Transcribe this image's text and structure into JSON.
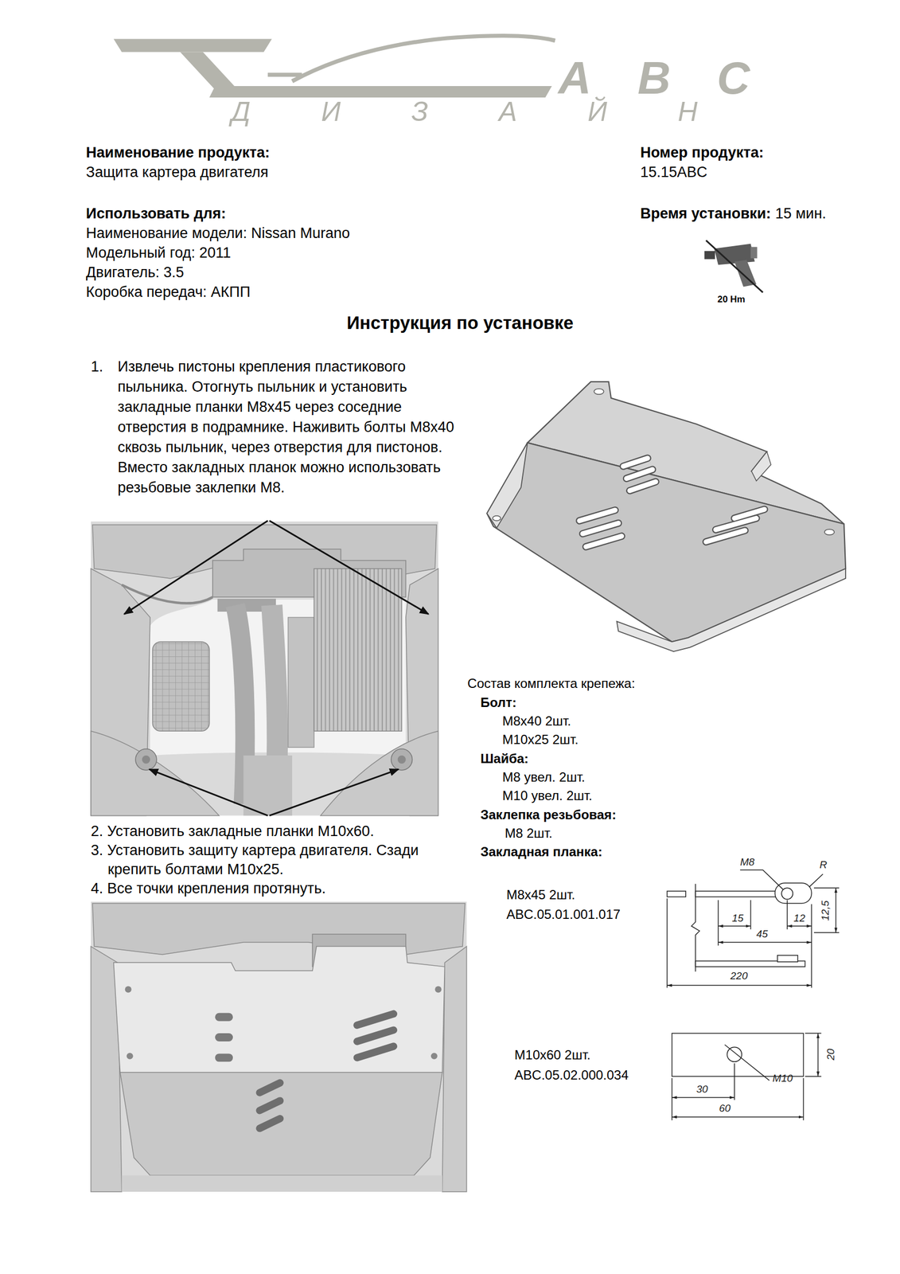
{
  "diagram": {
    "title": "Инструкция по установке",
    "labels": [
      "ABC",
      "ДИЗАЙН",
      "Наименование продукта:",
      "Защита картера двигателя",
      "Номер продукта:",
      "15.15ABC",
      "Использовать для:",
      "Наименование модели: Nissan Murano",
      "Модельный год: 2011",
      "Двигатель: 3.5",
      "Коробка передач: АКПП",
      "Время установки:",
      "15 мин.",
      "20 Hm",
      "1.",
      "Извлечь пистоны крепления пластикового пыльника. Отогнуть пыльник и установить закладные планки M8x45 через соседние отверстия в подрамнике. Наживить болты M8x40 сквозь пыльник, через отверстия для пистонов.",
      "Вместо закладных планок можно использовать резьбовые заклепки M8.",
      "2. Установить закладные планки M10x60.",
      "3. Установить защиту картера двигателя. Сзади крепить болтами M10x25.",
      "4. Все точки крепления протянуть.",
      "Состав комплекта крепежа:",
      "Болт:",
      "M8x40 2шт.",
      "M10x25 2шт.",
      "Шайба:",
      "M8 увел. 2шт.",
      "M10 увел. 2шт.",
      "Заклепка резьбовая:",
      "M8 2шт.",
      "Закладная планка:",
      "M8x45 2шт.",
      "ABC.05.01.001.017",
      "M8",
      "R",
      "15",
      "12",
      "12,5",
      "45",
      "220",
      "M10x60 2шт.",
      "ABC.05.02.000.034",
      "20",
      "30",
      "60",
      "M10"
    ]
  }
}
